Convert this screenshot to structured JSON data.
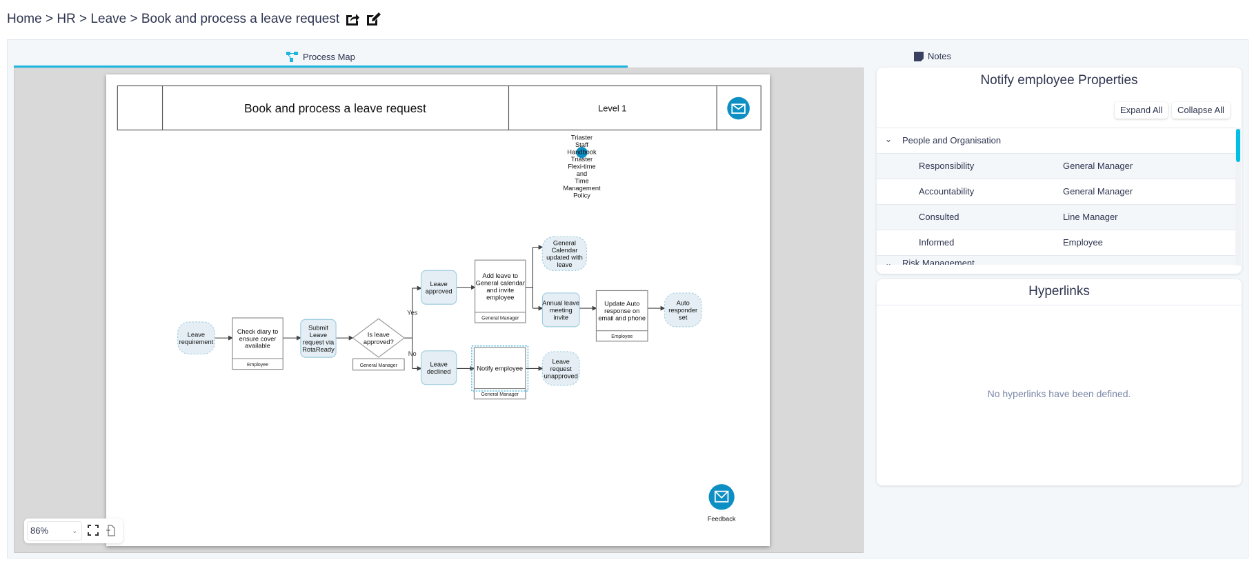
{
  "breadcrumb": {
    "text": "Home > HR > Leave > Book and process a leave request",
    "icons": [
      "share-icon",
      "edit-icon"
    ]
  },
  "tabs": [
    {
      "label": "Process Map",
      "icon": "process-map-icon",
      "active": true
    },
    {
      "label": "Notes",
      "icon": "note-icon"
    }
  ],
  "accent": "#1bb7e0",
  "diagram": {
    "title": "Book and process a leave request",
    "level": "Level 1",
    "annotation": [
      "Triaster",
      "Staff",
      "Handbook",
      "Triaster",
      "Flexi-time",
      "and",
      "Time",
      "Management",
      "Policy"
    ],
    "yes": "Yes",
    "no": "No",
    "feedback": "Feedback",
    "nodes": [
      {
        "id": "n1",
        "kind": "event",
        "lines": [
          "Leave",
          "requirement"
        ]
      },
      {
        "id": "n2",
        "kind": "task",
        "lines": [
          "Check diary to",
          "ensure cover",
          "available"
        ],
        "role": "Employee"
      },
      {
        "id": "n3",
        "kind": "sub",
        "lines": [
          "Submit",
          "Leave",
          "request via",
          "RotaReady"
        ]
      },
      {
        "id": "n4",
        "kind": "decision",
        "lines": [
          "Is leave",
          "approved?"
        ],
        "role": "General Manager"
      },
      {
        "id": "n5",
        "kind": "sub",
        "lines": [
          "Leave",
          "approved"
        ]
      },
      {
        "id": "n6",
        "kind": "sub",
        "lines": [
          "Leave",
          "declined"
        ]
      },
      {
        "id": "n7",
        "kind": "task",
        "lines": [
          "Add leave to",
          "General calendar",
          "and invite",
          "employee"
        ],
        "role": "General Manager"
      },
      {
        "id": "n8",
        "kind": "event",
        "lines": [
          "General",
          "Calendar",
          "updated with",
          "leave"
        ]
      },
      {
        "id": "n9",
        "kind": "sub",
        "lines": [
          "Annual leave",
          "meeting",
          "invite"
        ]
      },
      {
        "id": "n10",
        "kind": "task",
        "lines": [
          "Update Auto",
          "response on",
          "email and phone"
        ],
        "role": "Employee"
      },
      {
        "id": "n11",
        "kind": "event",
        "lines": [
          "Auto",
          "responder",
          "set"
        ]
      },
      {
        "id": "n12",
        "kind": "task",
        "lines": [
          "Notify employee"
        ],
        "role": "General Manager",
        "selected": true
      },
      {
        "id": "n13",
        "kind": "event",
        "lines": [
          "Leave",
          "request",
          "unapproved"
        ]
      }
    ]
  },
  "zoom": {
    "value": "86%",
    "icons": [
      "fullscreen-icon",
      "fit-page-icon"
    ]
  },
  "properties": {
    "title": "Notify employee Properties",
    "expand_all": "Expand All",
    "collapse_all": "Collapse All",
    "sections": [
      {
        "name": "People and Organisation",
        "rows": [
          {
            "label": "Responsibility",
            "value": "General Manager"
          },
          {
            "label": "Accountability",
            "value": "General Manager"
          },
          {
            "label": "Consulted",
            "value": "Line Manager"
          },
          {
            "label": "Informed",
            "value": "Employee"
          }
        ]
      },
      {
        "name": "Risk Management"
      }
    ]
  },
  "hyperlinks": {
    "title": "Hyperlinks",
    "empty": "No hyperlinks have been defined."
  }
}
